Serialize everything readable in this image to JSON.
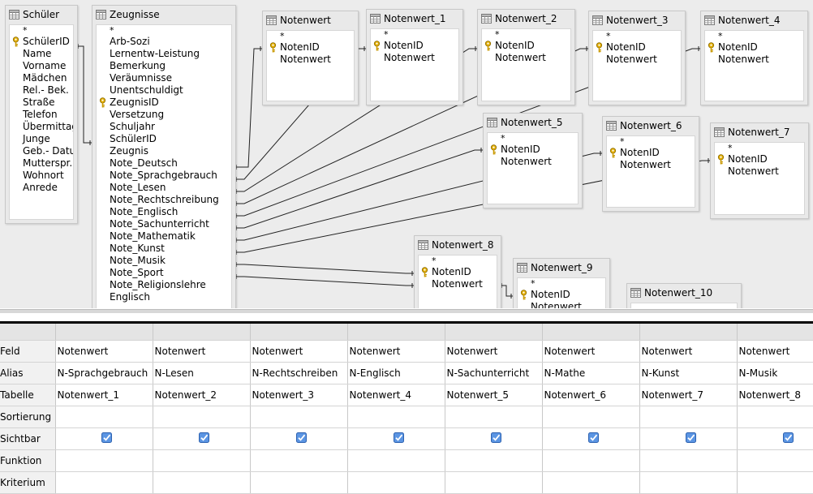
{
  "tables": [
    {
      "id": "schueler",
      "title": "Schüler",
      "fields": [
        {
          "name": "*",
          "pk": false
        },
        {
          "name": "SchülerID",
          "pk": true
        },
        {
          "name": "Name",
          "pk": false
        },
        {
          "name": "Vorname",
          "pk": false
        },
        {
          "name": "Mädchen",
          "pk": false
        },
        {
          "name": "Rel.- Bek.",
          "pk": false
        },
        {
          "name": "Straße",
          "pk": false
        },
        {
          "name": "Telefon",
          "pk": false
        },
        {
          "name": "Übermittag",
          "pk": false
        },
        {
          "name": "Junge",
          "pk": false
        },
        {
          "name": "Geb.- Datum",
          "pk": false
        },
        {
          "name": "Mutterspr.",
          "pk": false
        },
        {
          "name": "Wohnort",
          "pk": false
        },
        {
          "name": "Anrede",
          "pk": false
        }
      ]
    },
    {
      "id": "zeugnisse",
      "title": "Zeugnisse",
      "fields": [
        {
          "name": "*",
          "pk": false
        },
        {
          "name": "Arb-Sozi",
          "pk": false
        },
        {
          "name": "Lernentw-Leistung",
          "pk": false
        },
        {
          "name": "Bemerkung",
          "pk": false
        },
        {
          "name": "Veräumnisse",
          "pk": false
        },
        {
          "name": "Unentschuldigt",
          "pk": false
        },
        {
          "name": "ZeugnisID",
          "pk": true
        },
        {
          "name": "Versetzung",
          "pk": false
        },
        {
          "name": "Schuljahr",
          "pk": false
        },
        {
          "name": "SchülerID",
          "pk": false
        },
        {
          "name": "Zeugnis",
          "pk": false
        },
        {
          "name": "Note_Deutsch",
          "pk": false
        },
        {
          "name": "Note_Sprachgebrauch",
          "pk": false
        },
        {
          "name": "Note_Lesen",
          "pk": false
        },
        {
          "name": "Note_Rechtschreibung",
          "pk": false
        },
        {
          "name": "Note_Englisch",
          "pk": false
        },
        {
          "name": "Note_Sachunterricht",
          "pk": false
        },
        {
          "name": "Note_Mathematik",
          "pk": false
        },
        {
          "name": "Note_Kunst",
          "pk": false
        },
        {
          "name": "Note_Musik",
          "pk": false
        },
        {
          "name": "Note_Sport",
          "pk": false
        },
        {
          "name": "Note_Religionslehre",
          "pk": false
        },
        {
          "name": "Englisch",
          "pk": false
        }
      ]
    },
    {
      "id": "nw0",
      "title": "Notenwert",
      "fields": [
        {
          "name": "*",
          "pk": false
        },
        {
          "name": "NotenID",
          "pk": true
        },
        {
          "name": "Notenwert",
          "pk": false
        }
      ]
    },
    {
      "id": "nw1",
      "title": "Notenwert_1",
      "fields": [
        {
          "name": "*",
          "pk": false
        },
        {
          "name": "NotenID",
          "pk": true
        },
        {
          "name": "Notenwert",
          "pk": false
        }
      ]
    },
    {
      "id": "nw2",
      "title": "Notenwert_2",
      "fields": [
        {
          "name": "*",
          "pk": false
        },
        {
          "name": "NotenID",
          "pk": true
        },
        {
          "name": "Notenwert",
          "pk": false
        }
      ]
    },
    {
      "id": "nw3",
      "title": "Notenwert_3",
      "fields": [
        {
          "name": "*",
          "pk": false
        },
        {
          "name": "NotenID",
          "pk": true
        },
        {
          "name": "Notenwert",
          "pk": false
        }
      ]
    },
    {
      "id": "nw4",
      "title": "Notenwert_4",
      "fields": [
        {
          "name": "*",
          "pk": false
        },
        {
          "name": "NotenID",
          "pk": true
        },
        {
          "name": "Notenwert",
          "pk": false
        }
      ]
    },
    {
      "id": "nw5",
      "title": "Notenwert_5",
      "fields": [
        {
          "name": "*",
          "pk": false
        },
        {
          "name": "NotenID",
          "pk": true
        },
        {
          "name": "Notenwert",
          "pk": false
        }
      ]
    },
    {
      "id": "nw6",
      "title": "Notenwert_6",
      "fields": [
        {
          "name": "*",
          "pk": false
        },
        {
          "name": "NotenID",
          "pk": true
        },
        {
          "name": "Notenwert",
          "pk": false
        }
      ]
    },
    {
      "id": "nw7",
      "title": "Notenwert_7",
      "fields": [
        {
          "name": "*",
          "pk": false
        },
        {
          "name": "NotenID",
          "pk": true
        },
        {
          "name": "Notenwert",
          "pk": false
        }
      ]
    },
    {
      "id": "nw8",
      "title": "Notenwert_8",
      "fields": [
        {
          "name": "*",
          "pk": false
        },
        {
          "name": "NotenID",
          "pk": true
        },
        {
          "name": "Notenwert",
          "pk": false
        }
      ]
    },
    {
      "id": "nw9",
      "title": "Notenwert_9",
      "fields": [
        {
          "name": "*",
          "pk": false
        },
        {
          "name": "NotenID",
          "pk": true
        },
        {
          "name": "Notenwert",
          "pk": false
        }
      ]
    },
    {
      "id": "nw10",
      "title": "Notenwert_10",
      "fields": []
    }
  ],
  "grid": {
    "row_labels": {
      "field": "Feld",
      "alias": "Alias",
      "table": "Tabelle",
      "sort": "Sortierung",
      "visible": "Sichtbar",
      "function": "Funktion",
      "criterion": "Kriterium"
    },
    "columns": [
      {
        "field": "Notenwert",
        "alias": "N-Sprachgebrauch",
        "table": "Notenwert_1",
        "visible": true
      },
      {
        "field": "Notenwert",
        "alias": "N-Lesen",
        "table": "Notenwert_2",
        "visible": true
      },
      {
        "field": "Notenwert",
        "alias": "N-Rechtschreiben",
        "table": "Notenwert_3",
        "visible": true
      },
      {
        "field": "Notenwert",
        "alias": "N-Englisch",
        "table": "Notenwert_4",
        "visible": true
      },
      {
        "field": "Notenwert",
        "alias": "N-Sachunterricht",
        "table": "Notenwert_5",
        "visible": true
      },
      {
        "field": "Notenwert",
        "alias": "N-Mathe",
        "table": "Notenwert_6",
        "visible": true
      },
      {
        "field": "Notenwert",
        "alias": "N-Kunst",
        "table": "Notenwert_7",
        "visible": true
      },
      {
        "field": "Notenwert",
        "alias": "N-Musik",
        "table": "Notenwert_8",
        "visible": true
      }
    ]
  },
  "colors": {
    "checkbox": "#3f7fd6",
    "key": "#d9a400",
    "divider": "#000000"
  }
}
